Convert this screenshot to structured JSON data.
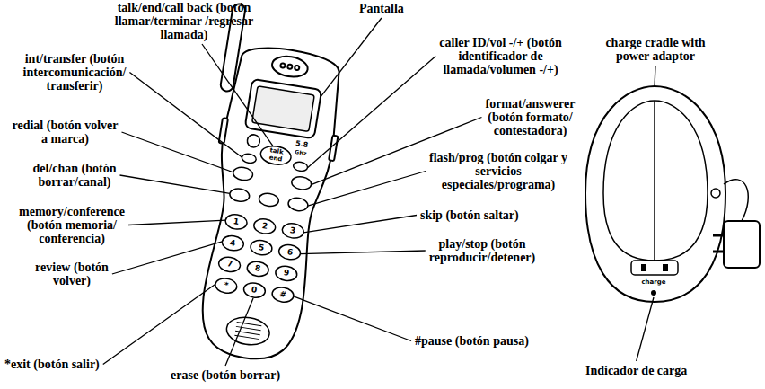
{
  "diagram": {
    "labels": [
      "talk/end/call back (botón llamar/terminar /regresar llamada)",
      "Pantalla",
      "int/transfer (botón intercomunicación/ transferir)",
      "caller ID/vol -/+ (botón identificador de llamada/volumen -/+)",
      "format/answerer (botón formato/ contestadora)",
      "redial (botón volver a marca)",
      "flash/prog (botón colgar y servicios especiales/programa)",
      "del/chan (botón borrar/canal)",
      "memory/conference (botón memoria/ conferencia)",
      "skip (botón saltar)",
      "play/stop (botón reproducir/detener)",
      "review (botón volver)",
      "#pause (botón pausa)",
      "*exit (botón salir)",
      "erase (botón borrar)",
      "charge cradle with power adaptor",
      "Indicador de carga",
      "talk",
      "end",
      "5.8",
      "GHz",
      "1",
      "2",
      "3",
      "4",
      "5",
      "6",
      "7",
      "8",
      "9",
      "*",
      "0",
      "#",
      "charge"
    ]
  }
}
